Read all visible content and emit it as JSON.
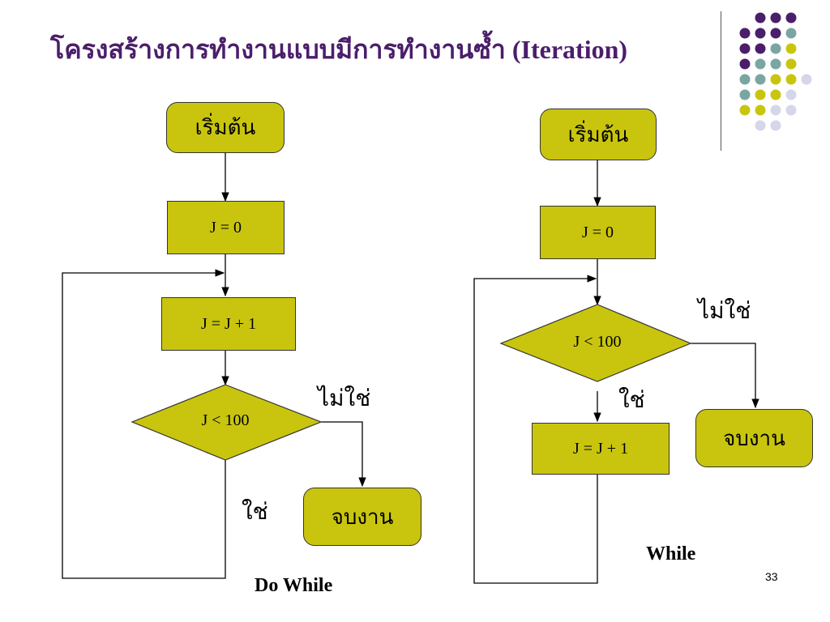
{
  "title": "โครงสร้างการทำงานแบบมีการทำงานซ้ำ (Iteration)",
  "page_number": "33",
  "colors": {
    "title": "#4b1e6b",
    "box_fill": "#c9c50e",
    "decor_purple": "#4b1e6b",
    "decor_teal": "#7aa6a2",
    "decor_yellow": "#c9c50e",
    "decor_lavender": "#d6d6ea"
  },
  "do_while": {
    "caption": "Do While",
    "start": "เริ่มต้น",
    "init": "J = 0",
    "increment": "J = J + 1",
    "condition": "J < 100",
    "no_label": "ไม่ใช่",
    "yes_label": "ใช่",
    "end": "จบงาน"
  },
  "while": {
    "caption": "While",
    "start": "เริ่มต้น",
    "init": "J = 0",
    "condition": "J < 100",
    "no_label": "ไม่ใช่",
    "yes_label": "ใช่",
    "increment": "J = J + 1",
    "end": "จบงาน"
  }
}
